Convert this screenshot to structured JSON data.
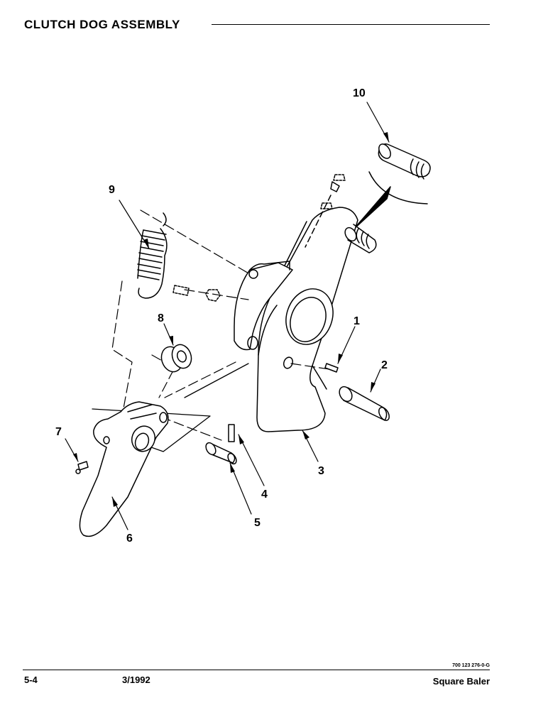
{
  "header": {
    "title": "CLUTCH DOG ASSEMBLY"
  },
  "callouts": [
    "1",
    "2",
    "3",
    "4",
    "5",
    "6",
    "7",
    "8",
    "9",
    "10"
  ],
  "footer": {
    "page_number": "5-4",
    "date": "3/1992",
    "document_number": "700 123 276-0-G",
    "product": "Square Baler"
  }
}
